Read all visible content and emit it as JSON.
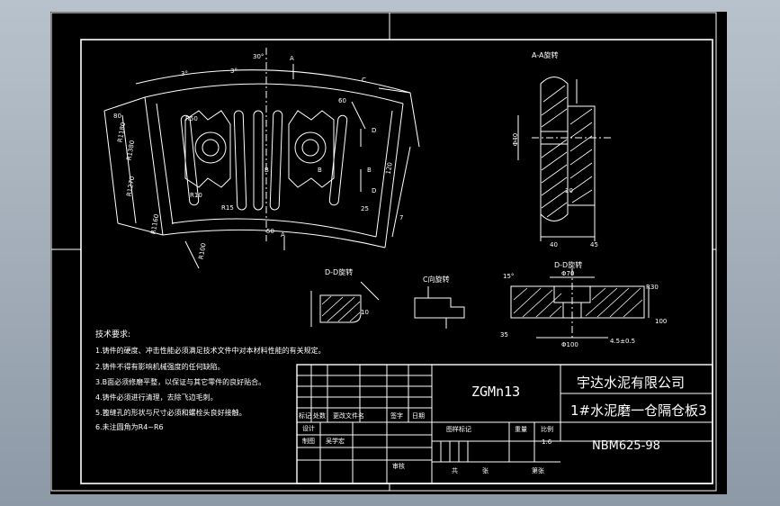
{
  "views": {
    "section_aa": "A-A旋转",
    "section_dd": "D-D旋转",
    "view_c": "C向旋转",
    "section_dd2": "D-D旋转"
  },
  "labels": [
    "A",
    "A",
    "B",
    "B",
    "B",
    "C",
    "D",
    "D"
  ],
  "dimensions": {
    "main": [
      "R1160",
      "R1180",
      "R1270",
      "R1380",
      "R100",
      "R10",
      "R15",
      "R50",
      "30°",
      "3°",
      "3°",
      "120",
      "25",
      "80",
      "50",
      "60",
      "Φ40",
      "7"
    ],
    "side": [
      "Φ70",
      "Φ100",
      "R30",
      "100",
      "15°",
      "35",
      "20",
      "40",
      "4.5±0.5",
      "45",
      "10"
    ]
  },
  "requirements": {
    "heading": "技术要求:",
    "items": [
      "1.铸件的硬度、冲击性能必须满足技术文件中对本材料性能的有关规定。",
      "2.铸件不得有影响机械强度的任何缺陷。",
      "3.B面必须修磨平整，以保证与其它零件的良好贴合。",
      "4.铸件必须进行清理，去除飞边毛刺。",
      "5.篦缝孔的形状与尺寸必须和螺栓头良好接触。",
      "6.未注圆角为R4~R6"
    ]
  },
  "title_block": {
    "material": "ZGMn13",
    "company": "宇达水泥有限公司",
    "part_name": "1#水泥磨一仓隔仓板3",
    "drawing_no": "NBM625-98",
    "scale": "1:6",
    "headers": {
      "mark": "标记",
      "count": "处数",
      "change_doc": "更改文件名",
      "signature": "签字",
      "date": "日期",
      "design": "设计",
      "draw": "制图",
      "review": "审核",
      "stage_mark": "图样标记",
      "weight": "重量",
      "ratio": "比例",
      "total": "共",
      "sheet_unit": "张",
      "sheet_no": "第张",
      "drawer_name": "吴学宏"
    }
  }
}
